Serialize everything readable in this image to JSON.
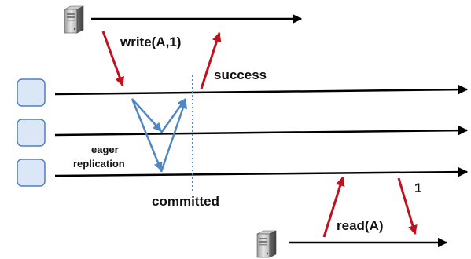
{
  "colors": {
    "timeline": "#000000",
    "request_arrow": "#c0111f",
    "replication_arrow": "#4f86c6",
    "commit_line": "#4f86c6",
    "replica_fill": "#dbe6f7",
    "replica_stroke": "#4f7fc2"
  },
  "icons": {
    "client_top": "server-computer-icon",
    "client_bottom": "server-computer-icon",
    "replicas": "rounded-square-icon"
  },
  "labels": {
    "write": "write(A,1)",
    "success": "success",
    "eager_line1": "eager",
    "eager_line2": "replication",
    "committed": "committed",
    "read": "read(A)",
    "read_result": "1"
  }
}
